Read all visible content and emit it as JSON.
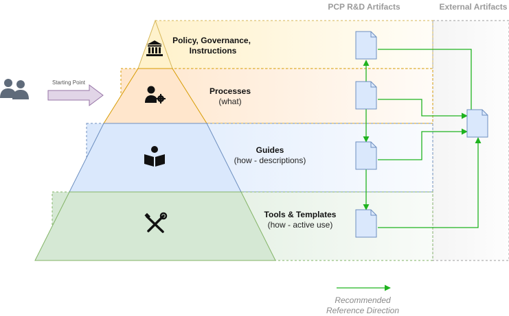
{
  "headers": {
    "pcp": "PCP R&D Artifacts",
    "external": "External Artifacts"
  },
  "actor": {
    "icon": "users-icon",
    "arrow_label": "Starting Point"
  },
  "layers": [
    {
      "title": "Policy, Governance,",
      "subtitle": "Instructions",
      "icon": "institution-icon",
      "color": "#fff2cc",
      "border": "#d6b656"
    },
    {
      "title": "Processes",
      "subtitle": "(what)",
      "icon": "user-gear-icon",
      "color": "#ffe6cc",
      "border": "#d79b00"
    },
    {
      "title": "Guides",
      "subtitle": "(how - descriptions)",
      "icon": "book-reader-icon",
      "color": "#dae8fc",
      "border": "#6c8ebf"
    },
    {
      "title": "Tools & Templates",
      "subtitle": "(how - active use)",
      "icon": "tools-icon",
      "color": "#d5e8d4",
      "border": "#82b366"
    }
  ],
  "colors": {
    "arrow_green": "#1fb31f",
    "doc_fill": "#dae8fc",
    "doc_stroke": "#6c8ebf",
    "start_arrow": "#e1d5e7"
  },
  "legend": {
    "line1": "Recommended",
    "line2": "Reference Direction"
  }
}
